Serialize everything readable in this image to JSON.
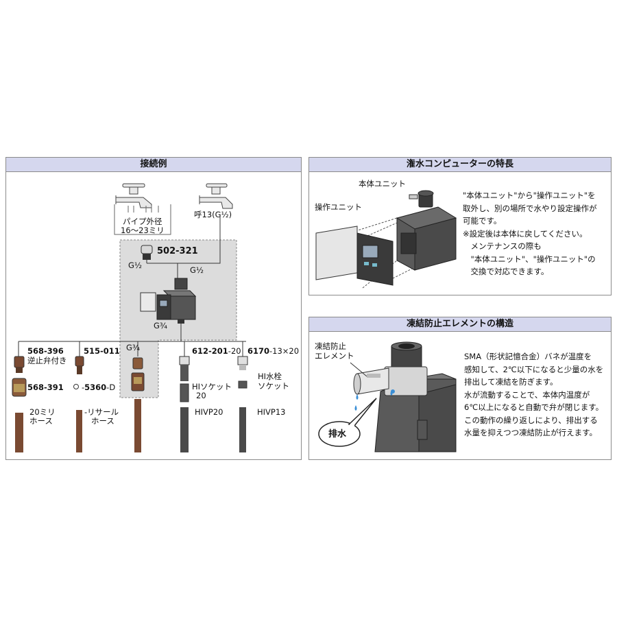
{
  "connection": {
    "title": "接続例",
    "pipe_od_label": "パイプ外径",
    "pipe_od_range": "16～23ミリ",
    "faucet_right_label": "呼13(G½)",
    "part_502": "502-321",
    "g_half_left": "G½",
    "g_half_right": "G½",
    "g_three_quarter_1": "G¾",
    "g_three_quarter_2": "G¾",
    "part_568_396": "568-396",
    "check_valve": "逆止弁付き",
    "part_515": "515-011",
    "part_612_main": "612-201",
    "part_612_suffix": "-20",
    "part_6170_main": "6170",
    "part_6170_suffix": "-13×20",
    "part_568_391": "568-391",
    "part_5360_main": "5360",
    "part_5360_suffix": "-D",
    "hi_socket_1": "HIソケット",
    "hi_socket_2": "20",
    "hi_tap_1": "HI水栓",
    "hi_tap_2": "ソケット",
    "hose20_1": "20ミリ",
    "hose20_2": "ホース",
    "recycle_1": "リサール",
    "recycle_2": "ホース",
    "hivp20": "HIVP20",
    "hivp13": "HIVP13"
  },
  "features": {
    "title": "潅水コンピューターの特長",
    "main_unit_label": "本体ユニット",
    "op_unit_label": "操作ユニット",
    "description": [
      "\"本体ユニット\"から\"操作ユニット\"を",
      "取外し、別の場所で水やり設定操作が",
      "可能です。",
      "※設定後は本体に戻してください。",
      "　メンテナンスの際も",
      "　\"本体ユニット\"、\"操作ユニット\"の",
      "　交換で対応できます。"
    ]
  },
  "antifreeze": {
    "title": "凍結防止エレメントの構造",
    "element_label_1": "凍結防止",
    "element_label_2": "エレメント",
    "drain_label": "排水",
    "description": [
      "SMA（形状記憶合金）バネが温度を",
      "感知して、2℃以下になると少量の水を",
      "排出して凍結を防ぎます。",
      "水が流動することで、本体内温度が",
      "6℃以上になると自動で弁が閉じます。",
      "この動作の繰り返しにより、排出する",
      "水量を抑えつつ凍結防止が行えます。"
    ]
  },
  "colors": {
    "header_bg": "#d5d7ee",
    "shade_area": "#dcdcdc",
    "hose_brown": "#7a4a32",
    "pipe_dark": "#4a4a4a",
    "device_body": "#5a5a5a"
  }
}
